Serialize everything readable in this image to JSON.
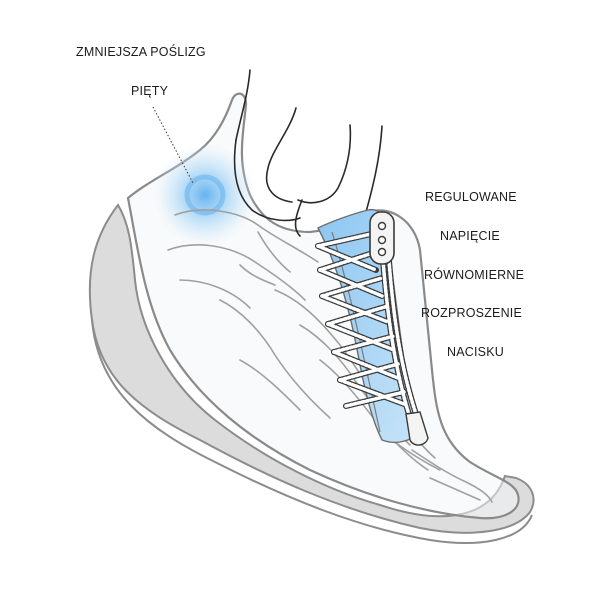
{
  "labels": {
    "heel_line1": "ZMNIEJSZA POŚLIZG",
    "heel_line2": "PIĘTY",
    "lace_line1": "REGULOWANE",
    "lace_line2": "NAPIĘCIE",
    "lace_line3": "RÓWNOMIERNE",
    "lace_line4": "ROZPROSZENIE",
    "lace_line5": "NACISKU"
  },
  "colors": {
    "sole_fill": "#d9d9d9",
    "sole_stroke": "#8a8a8a",
    "outline": "#2a2a2a",
    "bone_stroke": "#9a9a9a",
    "glow_blue": "#7cc0f0",
    "tongue_blue": "#a9d2f2",
    "lace_white": "#ffffff"
  }
}
